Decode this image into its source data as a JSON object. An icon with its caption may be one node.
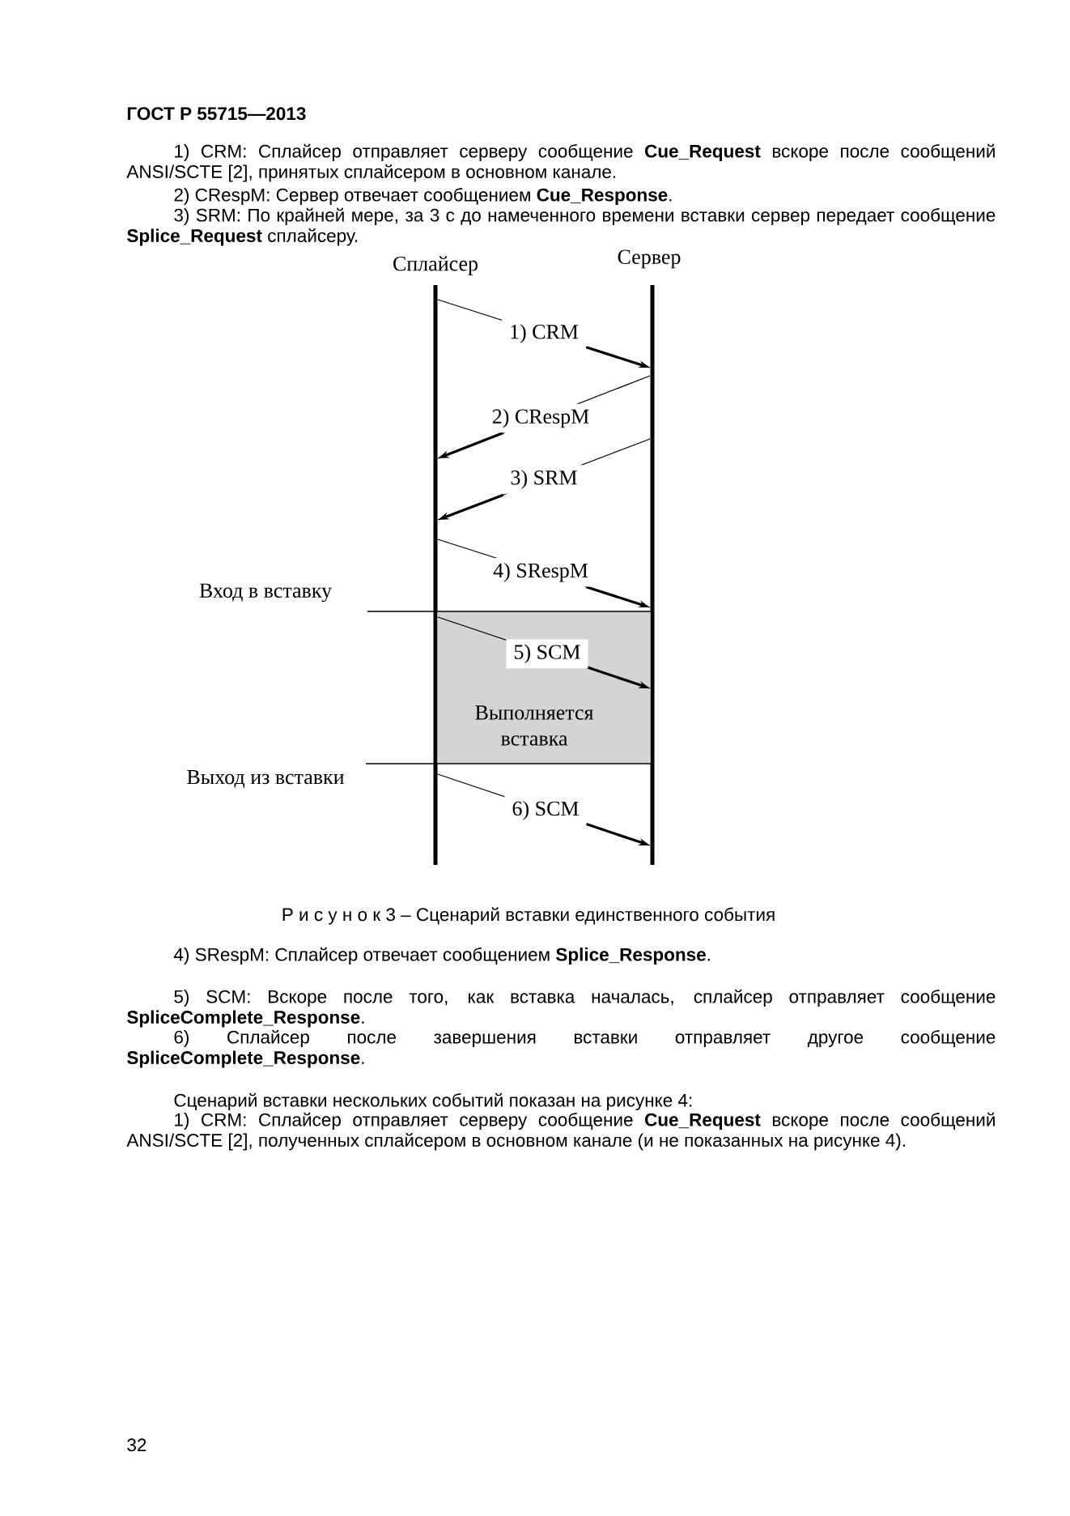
{
  "diagram": {
    "caption": "Р и с у н о к 3 – Сценарий вставки единственного события",
    "nodes": [
      {
        "text": [
          "Сплайсер"
        ]
      },
      {
        "text": [
          "Сервер"
        ]
      }
    ],
    "edges": [
      {
        "from": 0,
        "to": 1,
        "arrow": "to",
        "label": "1) CRM"
      },
      {
        "from": 1,
        "to": 0,
        "arrow": "to",
        "label": "2) CRespM"
      },
      {
        "from": 1,
        "to": 0,
        "arrow": "to",
        "label": "3) SRM"
      },
      {
        "from": 0,
        "to": 1,
        "arrow": "to",
        "label": "4) SRespM"
      },
      {
        "from": 0,
        "to": 1,
        "arrow": "to",
        "label": "5) SCM"
      },
      {
        "from": 0,
        "to": 1,
        "arrow": "to",
        "label": "6) SCM"
      }
    ],
    "labels": [
      "ГОСТ Р 55715—2013",
      "1) CRM: Сплайсер отправляет серверу сообщение **Cue_Request** вскоре после сообщений ANSI/SCTE [2], принятых сплайсером в основном канале.",
      "2) CRespM: Сервер отвечает сообщением **Cue_Response**.",
      "3) SRM: По крайней мере, за 3 с до намеченного времени вставки сервер передает сообщение **Splice_Request** сплайсеру.",
      "Вход в вставку",
      "Выполняется вставка",
      "Выход из вставки",
      "4) SRespM: Сплайсер отвечает сообщением **Splice_Response**.",
      "5) SCM: Вскоре после того, как вставка началась, сплайсер отправляет сообщение **SpliceComplete_Response**.",
      "6) Сплайсер после завершения вставки отправляет другое сообщение **SpliceComplete_Response**.",
      "Сценарий вставки нескольких событий показан на рисунке 4:",
      "1) CRM: Сплайсер отправляет серверу сообщение **Cue_Request** вскоре после сообщений ANSI/SCTE [2], полученных сплайсером в основном канале (и не показанных на рисунке 4).",
      "32"
    ]
  }
}
